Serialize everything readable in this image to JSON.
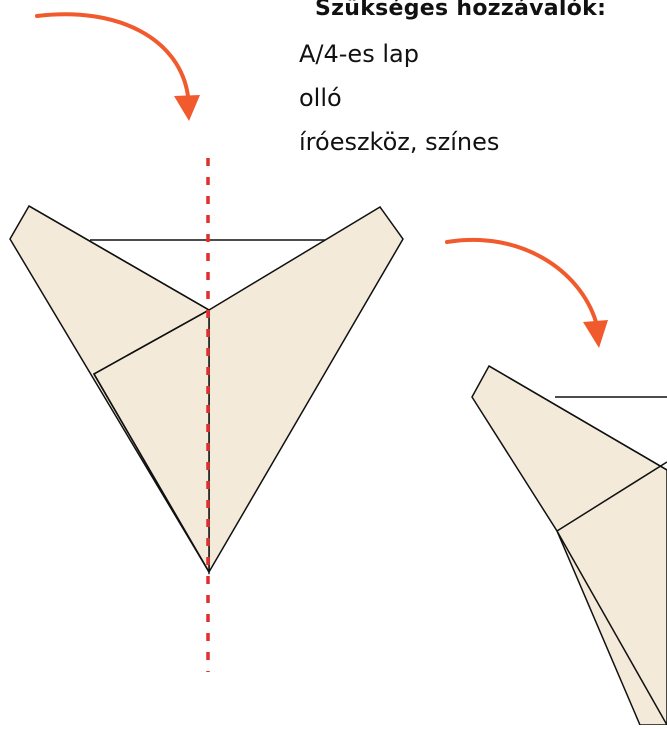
{
  "materials": {
    "heading": "Szükséges hozzávalók:",
    "items": [
      "A/4-es lap",
      "olló",
      "íróeszköz, színes"
    ]
  },
  "colors": {
    "paper": "#f3ead9",
    "outline": "#111111",
    "arrow": "#f05a2d",
    "fold_line": "#e02e2e",
    "background": "#ffffff"
  },
  "icons": {
    "arrow_left": "curved-arrow-icon",
    "arrow_right": "curved-arrow-icon"
  }
}
